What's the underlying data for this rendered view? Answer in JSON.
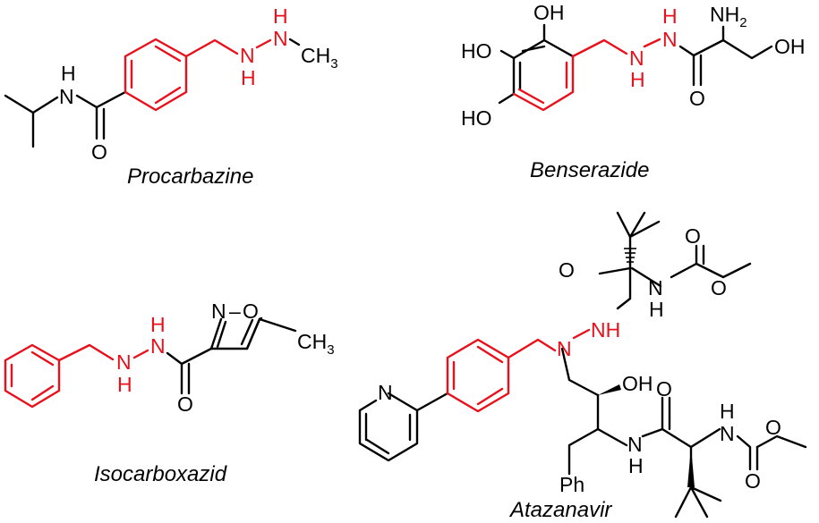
{
  "colors": {
    "bond": "#000000",
    "highlight": "#e8101a",
    "background": "#ffffff"
  },
  "molecules": [
    {
      "caption": "Procarbazine",
      "atoms": {
        "nh_amide": "H",
        "n_amide": "N",
        "o_carbonyl": "O",
        "n1": "N",
        "h1": "H",
        "n2": "N",
        "h2": "H",
        "ch3": "CH",
        "ch3_sub": "3"
      }
    },
    {
      "caption": "Benserazide",
      "atoms": {
        "oh_top": "OH",
        "ho_mid": "HO",
        "ho_low": "HO",
        "n1": "N",
        "h1": "H",
        "n2": "N",
        "h2": "H",
        "nh2": "NH",
        "nh2_sub": "2",
        "o_carbonyl": "O",
        "oh_end": "OH"
      }
    },
    {
      "caption": "Isocarboxazid",
      "atoms": {
        "h1": "H",
        "n1": "N",
        "n2": "N",
        "h2": "H",
        "o_carbonyl": "O",
        "n_ring": "N",
        "dash": "–",
        "o_ring": "O",
        "ch3": "CH",
        "ch3_sub": "3"
      }
    },
    {
      "caption": "Atazanavir",
      "atoms": {
        "o_top": "O",
        "nh_top": "N",
        "h_top": "H",
        "o_carbamate1": "O",
        "o_ester1": "O",
        "nh_hyd": "NH",
        "n_hyd": "N",
        "oh": "OH",
        "n_pyr": "N",
        "o_mid": "O",
        "h_mid": "H",
        "n_mid": "N",
        "nh_low": "N",
        "h_low": "H",
        "o_ester2": "O",
        "o_carbamate2": "O",
        "ph": "Ph"
      }
    }
  ]
}
